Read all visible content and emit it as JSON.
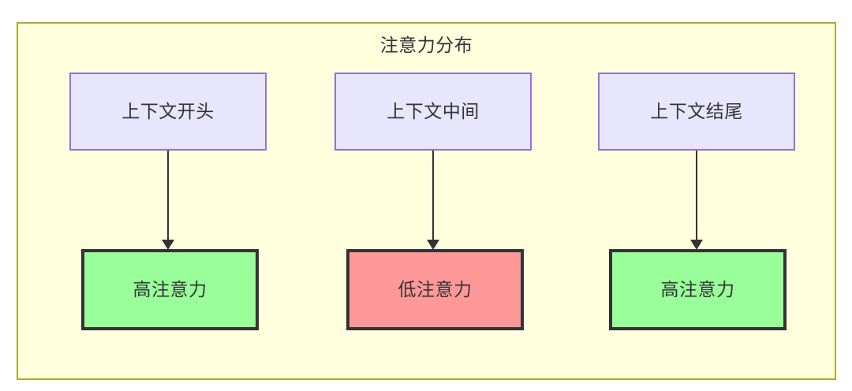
{
  "diagram": {
    "title": "注意力分布",
    "container_label": "注意力分布",
    "colors": {
      "container_fill": "#ffffdd",
      "container_border": "#aaaa33",
      "context_fill": "#e8e6fc",
      "context_border": "#9370db",
      "high_attention_fill": "#99ff99",
      "low_attention_fill": "#ff9999",
      "node_border_dark": "#333333",
      "text": "#333338",
      "edge": "#333333"
    },
    "context_nodes": [
      {
        "id": "context-start",
        "label": "上下文开头"
      },
      {
        "id": "context-middle",
        "label": "上下文中间"
      },
      {
        "id": "context-end",
        "label": "上下文结尾"
      }
    ],
    "attention_nodes": [
      {
        "id": "attention-high-start",
        "label": "高注意力",
        "level": "high"
      },
      {
        "id": "attention-low-middle",
        "label": "低注意力",
        "level": "low"
      },
      {
        "id": "attention-high-end",
        "label": "高注意力",
        "level": "high"
      }
    ],
    "edges": [
      {
        "from": "context-start",
        "to": "attention-high-start",
        "label": ""
      },
      {
        "from": "context-middle",
        "to": "attention-low-middle",
        "label": ""
      },
      {
        "from": "context-end",
        "to": "attention-high-end",
        "label": ""
      }
    ]
  }
}
